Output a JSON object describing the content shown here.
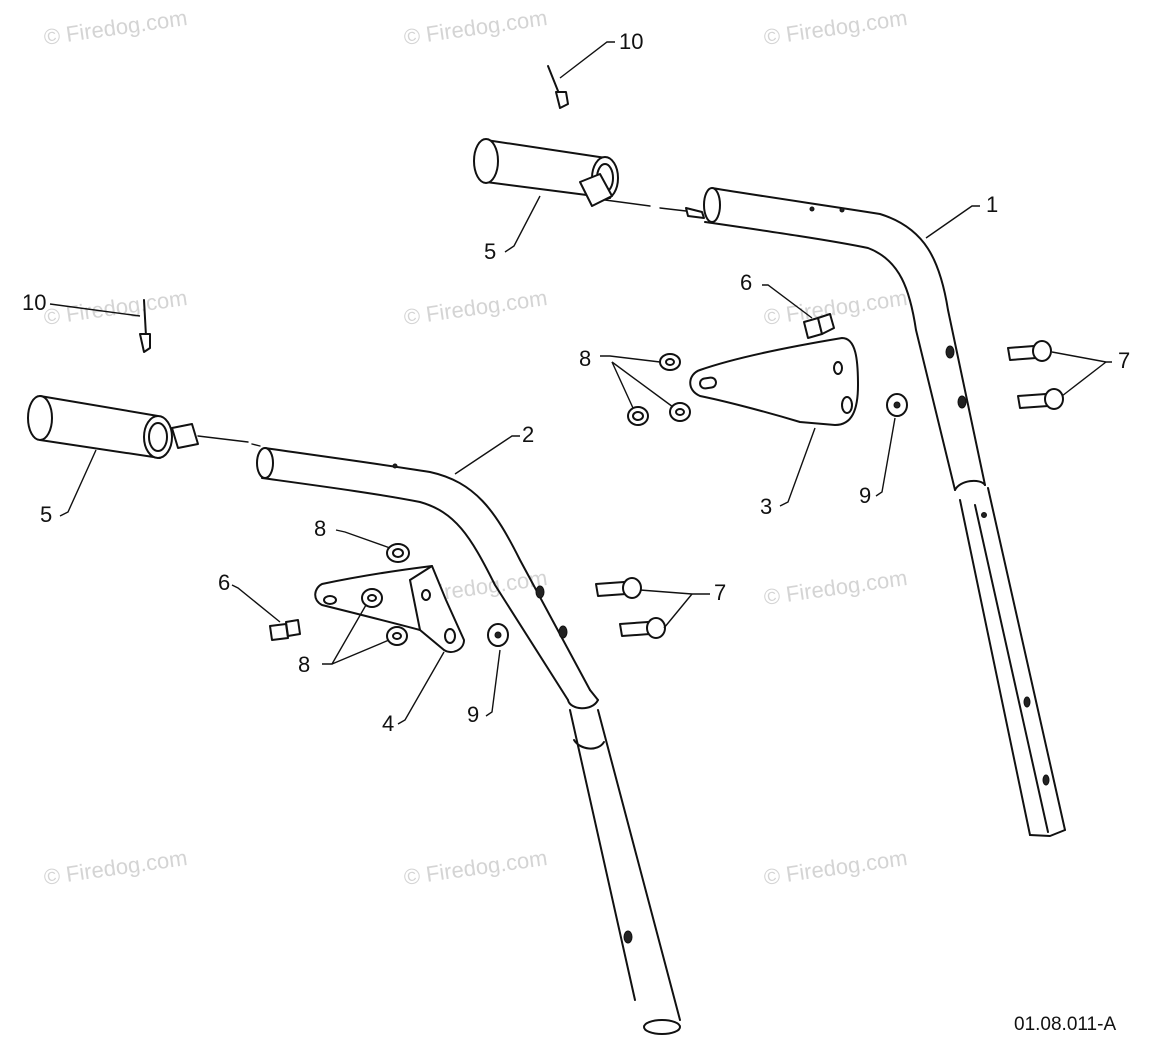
{
  "diagram": {
    "watermark_text": "© Firedog.com",
    "drawing_code": "01.08.011-A",
    "callouts": {
      "c1": "1",
      "c2": "2",
      "c3": "3",
      "c4": "4",
      "c5_top": "5",
      "c5_left": "5",
      "c6_top": "6",
      "c6_left": "6",
      "c7_right": "7",
      "c7_mid": "7",
      "c8_top": "8",
      "c8_left_top": "8",
      "c8_left_bottom": "8",
      "c9_right": "9",
      "c9_left": "9",
      "c10_top": "10",
      "c10_left": "10"
    }
  }
}
